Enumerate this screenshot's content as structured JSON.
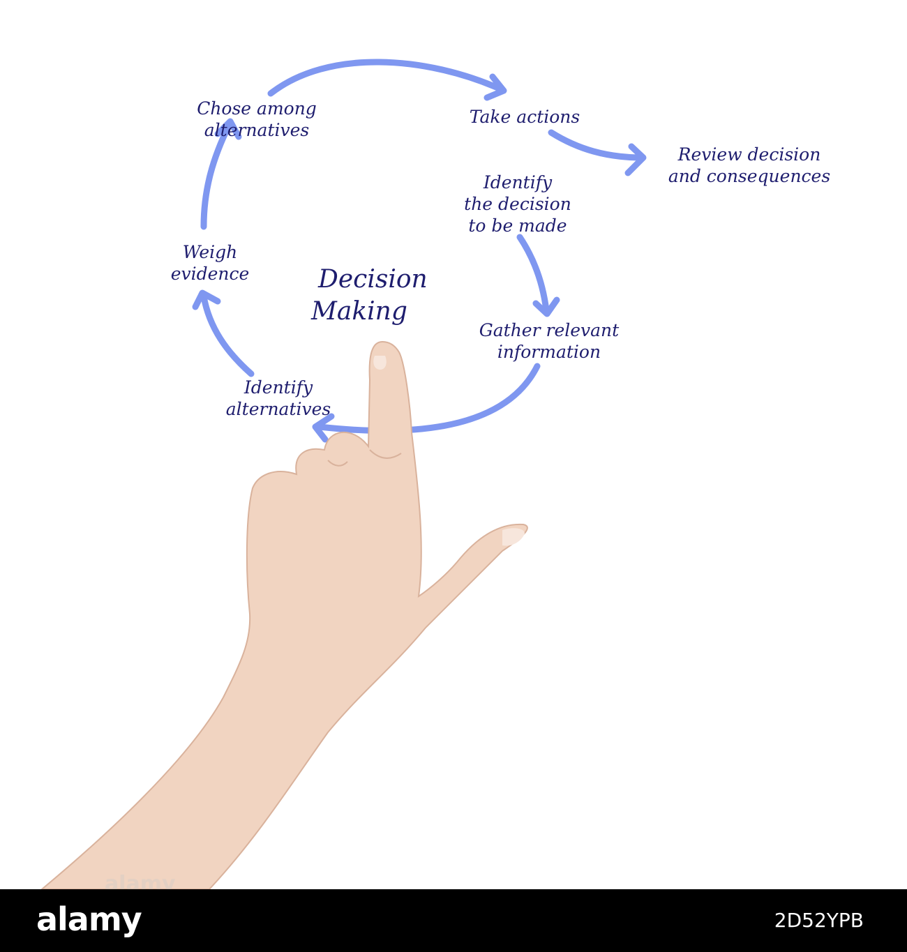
{
  "diagram": {
    "title_lines": [
      "Decision",
      "Making"
    ],
    "steps": [
      {
        "id": "identify-decision",
        "lines": [
          "Identify",
          "the decision",
          "to be made"
        ]
      },
      {
        "id": "gather-information",
        "lines": [
          "Gather relevant",
          "information"
        ]
      },
      {
        "id": "identify-alternatives",
        "lines": [
          "Identify",
          "alternatives"
        ]
      },
      {
        "id": "weigh-evidence",
        "lines": [
          "Weigh",
          "evidence"
        ]
      },
      {
        "id": "chose-among-alternatives",
        "lines": [
          "Chose among",
          "alternatives"
        ]
      },
      {
        "id": "take-actions",
        "lines": [
          "Take actions"
        ]
      },
      {
        "id": "review-decision",
        "lines": [
          "Review decision",
          "and consequences"
        ]
      }
    ],
    "arrow_color": "#7f97f0",
    "text_color": "#1e1d6e"
  },
  "footer": {
    "logo": "alamy",
    "image_id": "2D52YPB",
    "background": "#000000"
  },
  "watermark": "alamy"
}
